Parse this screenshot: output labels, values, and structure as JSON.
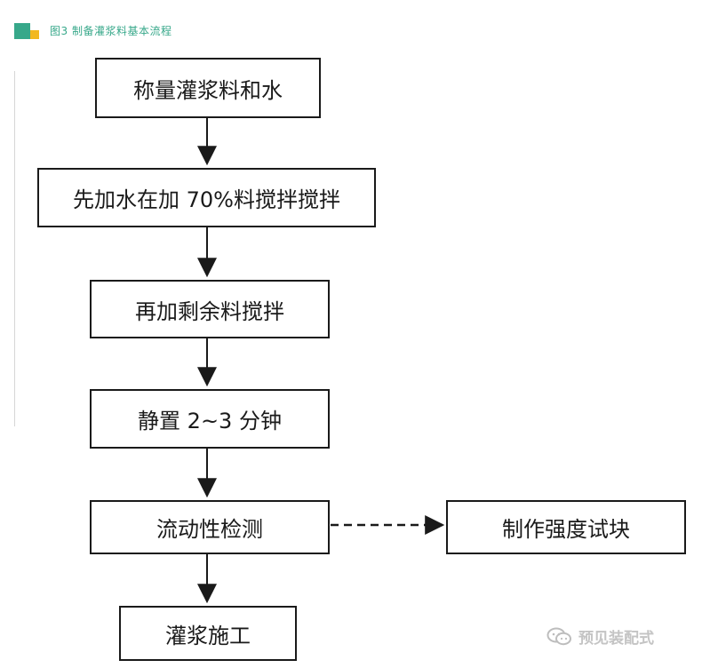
{
  "caption": {
    "text": "图3 制备灌浆料基本流程",
    "text_color": "#37a88a",
    "icon_colors": [
      "#37a88a",
      "#f2b81f"
    ]
  },
  "steps": [
    "称量灌浆料和水",
    "先加水在加 70%料搅拌搅拌",
    "再加剩余料搅拌",
    "静置 2~3 分钟",
    "流动性检测",
    "灌浆施工"
  ],
  "side_step": "制作强度试块",
  "watermark": {
    "icon": "wechat-icon",
    "text": "预见装配式"
  },
  "colors": {
    "line": "#1a1a1a",
    "background": "#ffffff"
  }
}
